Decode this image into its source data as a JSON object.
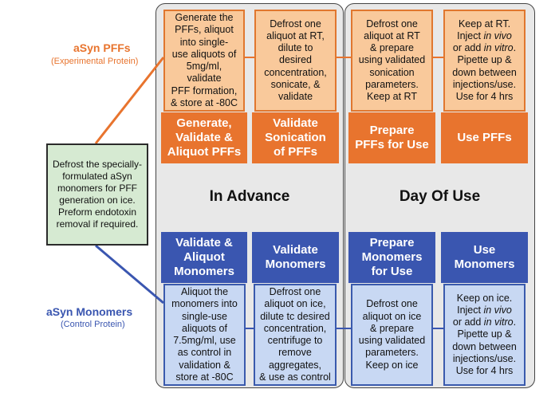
{
  "phases": {
    "advance": "In Advance",
    "day_of_use": "Day Of Use"
  },
  "labels": {
    "pffs_title": "aSyn PFFs",
    "pffs_sub": "(Experimental Protein)",
    "monomers_title": "aSyn Monomers",
    "monomers_sub": "(Control Protein)"
  },
  "start": {
    "text": "Defrost the specially-formulated aSyn monomers for PFF generation on ice. Preform endotoxin removal if required."
  },
  "pff_steps": [
    {
      "desc_lines": [
        "Generate the",
        "PFFs, aliquot",
        "into single-",
        "use aliquots of",
        "5mg/ml, validate",
        "PFF formation,",
        "& store at -80C"
      ],
      "head_lines": [
        "Generate,",
        "Validate &",
        "Aliquot PFFs"
      ]
    },
    {
      "desc_lines": [
        "Defrost one",
        "aliquot at RT,",
        "dilute to",
        "desired",
        "concentration,",
        "sonicate, &",
        "validate"
      ],
      "head_lines": [
        "Validate",
        "Sonication",
        "of PFFs"
      ]
    },
    {
      "desc_lines": [
        "Defrost one",
        "aliquot at RT",
        "& prepare",
        "using validated",
        "sonication",
        "parameters.",
        "Keep at RT"
      ],
      "head_lines": [
        "Prepare",
        "PFFs for Use"
      ]
    },
    {
      "desc_lines": [
        "Keep at RT.",
        "Inject <i>in vivo</i>",
        "or add <i>in vitro</i>.",
        "Pipette up &",
        "down between",
        "injections/use.",
        "Use for 4 hrs"
      ],
      "head_lines": [
        "Use PFFs"
      ]
    }
  ],
  "monomer_steps": [
    {
      "head_lines": [
        "Validate &",
        "Aliquot",
        "Monomers"
      ],
      "desc_lines": [
        "Aliquot the",
        "monomers into",
        "single-use",
        "aliquots of",
        "7.5mg/ml, use",
        "as control in",
        "validation &",
        "store at -80C"
      ]
    },
    {
      "head_lines": [
        "Validate",
        "Monomers"
      ],
      "desc_lines": [
        "Defrost one",
        "aliquot on ice,",
        "dilute tc desired",
        "concentration,",
        "centrifuge to",
        "remove",
        "aggregates,",
        "& use as control"
      ]
    },
    {
      "head_lines": [
        "Prepare",
        "Monomers",
        "for Use"
      ],
      "desc_lines": [
        "Defrost one",
        "aliquot on ice",
        "& prepare",
        "using validated",
        "parameters.",
        "Keep on ice"
      ]
    },
    {
      "head_lines": [
        "Use",
        "Monomers"
      ],
      "desc_lines": [
        "Keep on ice.",
        "Inject <i>in vivo</i>",
        "or add <i>in vitro</i>.",
        "Pipette up &",
        "down between",
        "injections/use.",
        "Use for 4 hrs"
      ]
    }
  ],
  "colors": {
    "pff_accent": "#e8742e",
    "pff_light": "#f9c99b",
    "monomer_accent": "#3a56b0",
    "monomer_light": "#c8d8f3",
    "start_fill": "#d6ead2",
    "panel_fill": "#e8e8e8"
  }
}
